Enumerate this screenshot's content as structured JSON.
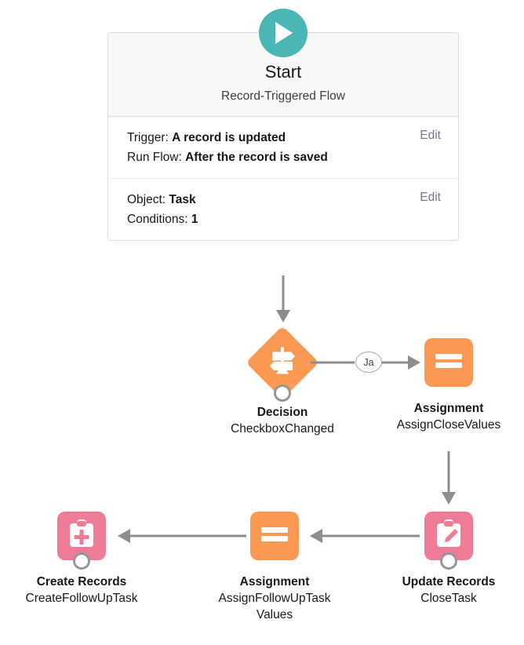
{
  "start": {
    "icon": "play-icon",
    "title": "Start",
    "subtitle": "Record-Triggered Flow",
    "rows": [
      {
        "lines": [
          {
            "label": "Trigger:",
            "value": "A record is updated"
          },
          {
            "label": "Run Flow:",
            "value": "After the record is saved"
          }
        ],
        "edit_label": "Edit"
      },
      {
        "lines": [
          {
            "label": "Object:",
            "value": "Task"
          },
          {
            "label": "Conditions:",
            "value": "1"
          }
        ],
        "edit_label": "Edit"
      }
    ]
  },
  "nodes": {
    "decision": {
      "type": "Decision",
      "name": "CheckboxChanged",
      "icon": "signpost-icon",
      "color": "#fb9851"
    },
    "assignment_close": {
      "type": "Assignment",
      "name": "AssignCloseValues",
      "icon": "equals-icon",
      "color": "#fb9851"
    },
    "update_records": {
      "type": "Update Records",
      "name": "CloseTask",
      "icon": "clipboard-pencil-icon",
      "color": "#ee7c96"
    },
    "assignment_followup": {
      "type": "Assignment",
      "name": "AssignFollowUpTask Values",
      "icon": "equals-icon",
      "color": "#fb9851"
    },
    "create_records": {
      "type": "Create Records",
      "name": "CreateFollowUpTask",
      "icon": "clipboard-plus-icon",
      "color": "#ee7c96"
    }
  },
  "connectors": {
    "decision_branch_label": "Ja"
  },
  "colors": {
    "teal": "#4bb6b6",
    "orange": "#fb9851",
    "pink": "#ee7c96",
    "connector_gray": "#8b8d92",
    "ring_gray": "#969696",
    "card_border": "#dddbda",
    "header_bg": "#f8f8f6",
    "edit_link": "#6b7a8c"
  }
}
